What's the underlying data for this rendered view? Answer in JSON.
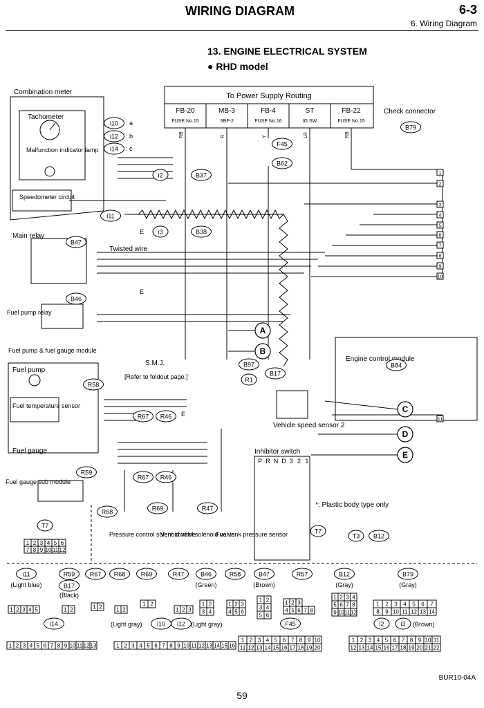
{
  "header": {
    "title": "WIRING DIAGRAM",
    "section_number": "6-3",
    "section_name": "6. Wiring Diagram"
  },
  "diagram": {
    "title": "13. ENGINE ELECTRICAL SYSTEM",
    "subtitle": "● RHD model",
    "power_routing": {
      "label": "To Power Supply Routing",
      "fuses": [
        {
          "name": "FB-20",
          "fuse": "FUSE No.15",
          "wire": "RB"
        },
        {
          "name": "MB-3",
          "fuse": "SBF-2",
          "wire": "R"
        },
        {
          "name": "FB-4",
          "fuse": "FUSE No.16",
          "wire": "Y"
        },
        {
          "name": "ST",
          "fuse": "IG SW",
          "wire": "LR"
        },
        {
          "name": "FB-22",
          "fuse": "FUSE No.15",
          "wire": "RB"
        }
      ]
    },
    "labels": {
      "combination_meter": "Combination meter",
      "tachometer": "Tachometer",
      "malfunction_lamp": "Malfunction indicator lamp",
      "speedometer": "Speedometer circuit",
      "main_relay": "Main relay",
      "twisted_wire": "Twisted wire",
      "fuel_pump_relay": "Fuel pump relay",
      "fuel_pump_module": "Fuel pump & fuel gauge module",
      "fuel_pump": "Fuel pump",
      "fuel_temp_sensor": "Fuel temperature sensor",
      "fuel_gauge": "Fuel gauge",
      "fuel_gauge_sub": "Fuel gauge sub module",
      "smj": "S.M.J.",
      "smj_note": "[Refer to foldout page.]",
      "check_connector": "Check connector",
      "ecm": "Engine control module",
      "vss": "Vehicle speed sensor 2",
      "inhibitor": "Inhibitor switch",
      "inhibitor_cols": [
        "P",
        "R",
        "N",
        "D",
        "3",
        "2",
        "1"
      ],
      "plastic_note": "*: Plastic body type only",
      "pressure_valve": "Pressure control solenoid valve",
      "vent_valve": "Vent control solenoid valve",
      "tank_sensor": "Fuel tank pressure sensor"
    },
    "connectors": {
      "i10": "i10",
      "i12": "i12",
      "i14": "i14",
      "i2": "i2",
      "i3": "i3",
      "i11": "i11",
      "B37": "B37",
      "B38": "B38",
      "B47": "B47",
      "B46": "B46",
      "B79": "B79",
      "F45": "F45",
      "B62": "B62",
      "B97": "B97",
      "R1": "R1",
      "B17": "B17",
      "B84": "B84",
      "R58": "R58",
      "R67": "R67",
      "R46": "R46",
      "R59": "R59",
      "R68": "R68",
      "R69": "R69",
      "R47": "R47",
      "T7": "T7",
      "T3": "T3",
      "B12": "B12"
    },
    "meter_suffix": {
      "a": ": a",
      "b": ": b",
      "c": ": c"
    },
    "ground": "E",
    "links": [
      "A",
      "B",
      "C",
      "D",
      "E"
    ],
    "right_terminals": [
      "1",
      "2",
      "3",
      "4",
      "5",
      "6",
      "7",
      "8",
      "9",
      "10",
      "11"
    ]
  },
  "legend": {
    "row1": [
      {
        "id": "i11",
        "color": "(Light blue)"
      },
      {
        "id": "R59",
        "color": ""
      },
      {
        "id": "R67",
        "color": ""
      },
      {
        "id": "R68",
        "color": ""
      },
      {
        "id": "R69",
        "color": ""
      },
      {
        "id": "R47",
        "color": ""
      },
      {
        "id": "B46",
        "color": "(Green)"
      },
      {
        "id": "R58",
        "color": ""
      },
      {
        "id": "B47",
        "color": "(Brown)"
      },
      {
        "id": "R57",
        "color": ""
      },
      {
        "id": "B12",
        "color": "(Gray)"
      },
      {
        "id": "B79",
        "color": "(Gray)"
      }
    ],
    "b17": "B17",
    "black": "(Black)",
    "light_gray": "(Light gray)",
    "i10": "i10",
    "i12": "i12",
    "light_gray2": "(Light gray)",
    "i14": "i14",
    "F45": "F45",
    "i2": "i2",
    "i3": "i3",
    "brown": "(Brown)",
    "pins": {
      "p5": [
        "1",
        "2",
        "3",
        "4",
        "5"
      ],
      "p2": [
        "1",
        "2"
      ],
      "p2v": [
        "1",
        "2"
      ],
      "p12a": [
        "1",
        "2"
      ],
      "p123": [
        "1",
        "2",
        "3"
      ],
      "p1234": [
        "1",
        "2",
        "3",
        "4"
      ],
      "p123456": [
        "1",
        "2",
        "3",
        "4",
        "5",
        "6"
      ],
      "p4to8": [
        "1",
        "2",
        "3",
        "4",
        "5",
        "6",
        "7",
        "8"
      ],
      "p12grid": [
        "1",
        "2",
        "3",
        "4",
        "5",
        "6",
        "7",
        "8",
        "9",
        "10",
        "11",
        "12"
      ],
      "p14grid": [
        "1",
        "2",
        "3",
        "4",
        "5",
        "6",
        "7",
        "8",
        "9",
        "10",
        "11",
        "12",
        "13",
        "14"
      ],
      "p13": [
        "1",
        "2",
        "3",
        "4",
        "5",
        "6",
        "7",
        "8",
        "9",
        "10",
        "11",
        "12",
        "13"
      ],
      "p16": [
        "1",
        "2",
        "3",
        "4",
        "5",
        "6",
        "7",
        "8",
        "9",
        "10",
        "11",
        "12",
        "13",
        "14",
        "15",
        "16"
      ],
      "p20": [
        "1",
        "2",
        "3",
        "4",
        "5",
        "6",
        "7",
        "8",
        "9",
        "10",
        "11",
        "12",
        "13",
        "14",
        "15",
        "16",
        "17",
        "18",
        "19",
        "20"
      ],
      "p22": [
        "1",
        "2",
        "3",
        "4",
        "5",
        "6",
        "7",
        "8",
        "9",
        "10",
        "11",
        "12",
        "13",
        "14",
        "15",
        "16",
        "17",
        "18",
        "19",
        "20",
        "21",
        "22"
      ]
    },
    "t7_pins": [
      "1",
      "2",
      "3",
      "4",
      "5",
      "6",
      "7",
      "8",
      "9",
      "10",
      "11",
      "12"
    ]
  },
  "footer": {
    "doc_code": "BUR10-04A",
    "page": "59"
  }
}
